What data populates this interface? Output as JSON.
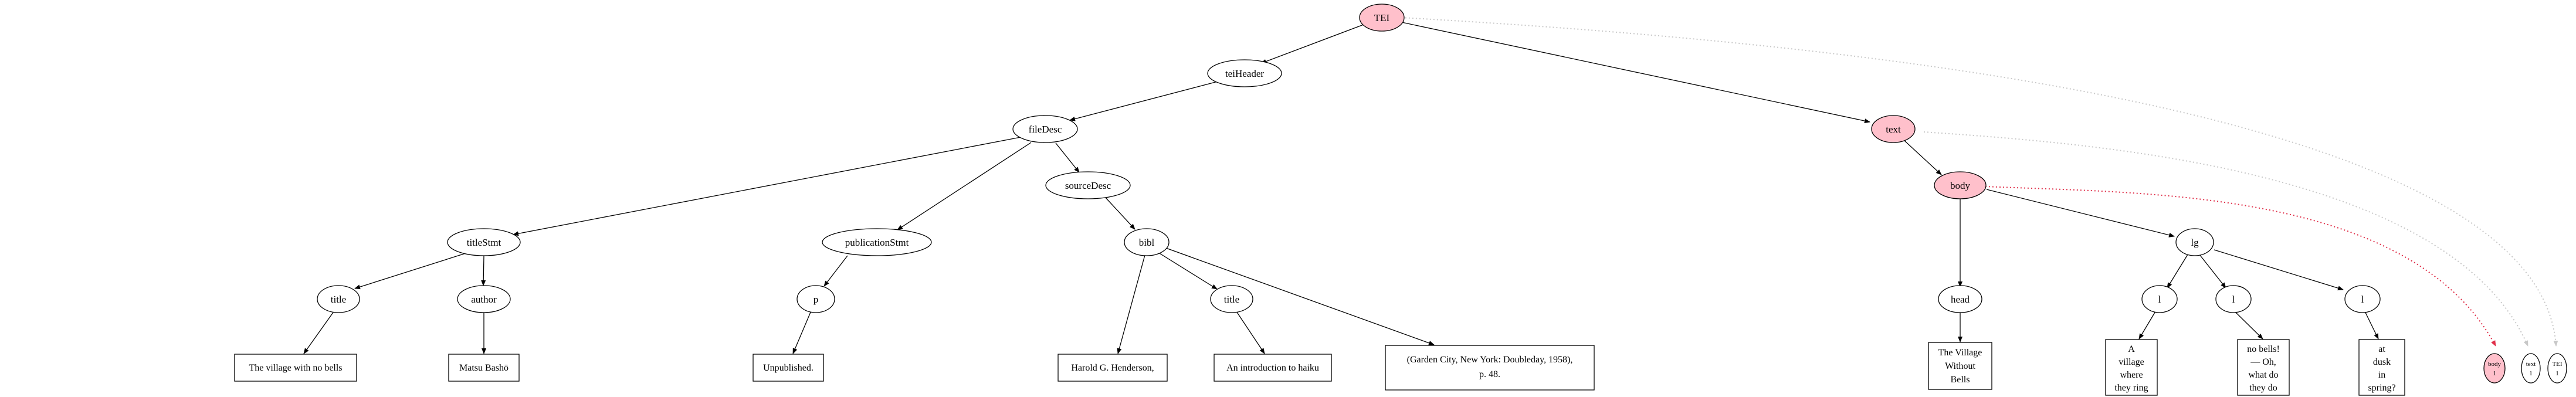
{
  "diagram": {
    "nodes": {
      "tei": "TEI",
      "teiheader": "teiHeader",
      "filedesc": "fileDesc",
      "titlestmt": "titleStmt",
      "publicationstmt": "publicationStmt",
      "sourcedesc": "sourceDesc",
      "title1": "title",
      "author": "author",
      "p": "p",
      "bibl": "bibl",
      "title2": "title",
      "text": "text",
      "body": "body",
      "head": "head",
      "lg": "lg",
      "l1": "l",
      "l2": "l",
      "l3": "l"
    },
    "leaves": {
      "title_text": "The village with no bells",
      "author_text": "Matsu Bashō",
      "p_text": "Unpublished.",
      "bibl_author": "Harold G. Henderson,",
      "bibl_title": "An introduction to haiku",
      "bibl_imprint": [
        "(Garden City, New York: Doubleday, 1958),",
        "p. 48."
      ],
      "head_text": [
        "The Village",
        "Without",
        "Bells"
      ],
      "l1_text": [
        "A",
        "village",
        "where",
        "they ring"
      ],
      "l2_text": [
        "no bells!",
        "— Oh,",
        "what do",
        "they do"
      ],
      "l3_text": [
        "at",
        "dusk",
        "in",
        "spring?"
      ]
    },
    "mini_nodes": {
      "body_mini": [
        "body",
        "1"
      ],
      "text_mini": [
        "text",
        "1"
      ],
      "tei_mini": [
        "TEI",
        "1"
      ]
    },
    "colors": {
      "highlight": "#ffc0cb",
      "red_dotted": "#e0304a",
      "grey_dotted": "#c8c8c8"
    }
  }
}
